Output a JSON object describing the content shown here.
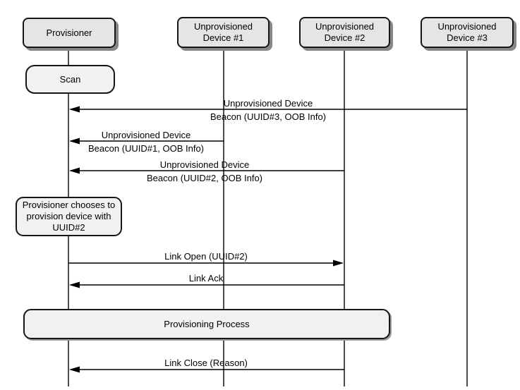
{
  "diagram": {
    "type": "sequence",
    "actors": [
      {
        "id": "provisioner",
        "label": "Provisioner"
      },
      {
        "id": "device1",
        "label": "Unprovisioned Device #1"
      },
      {
        "id": "device2",
        "label": "Unprovisioned Device #2"
      },
      {
        "id": "device3",
        "label": "Unprovisioned Device #3"
      }
    ],
    "activities": [
      {
        "id": "scan",
        "actor": "Provisioner",
        "label": "Scan"
      },
      {
        "id": "choose-note",
        "actor": "Provisioner",
        "label": "Provisioner chooses to provision device with UUID#2"
      },
      {
        "id": "provisioning-process",
        "spans": [
          "Provisioner",
          "Unprovisioned Device #1",
          "Unprovisioned Device #2"
        ],
        "label": "Provisioning Process"
      }
    ],
    "messages": [
      {
        "from": "Unprovisioned Device #3",
        "to": "Provisioner",
        "line1": "Unprovisioned Device",
        "line2": "Beacon (UUID#3, OOB Info)"
      },
      {
        "from": "Unprovisioned Device #1",
        "to": "Provisioner",
        "line1": "Unprovisioned Device",
        "line2": "Beacon (UUID#1, OOB Info)"
      },
      {
        "from": "Unprovisioned Device #2",
        "to": "Provisioner",
        "line1": "Unprovisioned Device",
        "line2": "Beacon (UUID#2, OOB Info)"
      },
      {
        "from": "Provisioner",
        "to": "Unprovisioned Device #2",
        "line1": "Link Open (UUID#2)"
      },
      {
        "from": "Unprovisioned Device #2",
        "to": "Provisioner",
        "line1": "Link Ack"
      },
      {
        "from": "Unprovisioned Device #2",
        "to": "Provisioner",
        "line1": "Link Close (Reason)"
      }
    ],
    "colors": {
      "actor_fill": "#e5e5e5",
      "activity_fill": "#f1f1f1",
      "border": "#161616",
      "shadow": "#878787",
      "line": "#000000",
      "background": "#ffffff"
    }
  }
}
